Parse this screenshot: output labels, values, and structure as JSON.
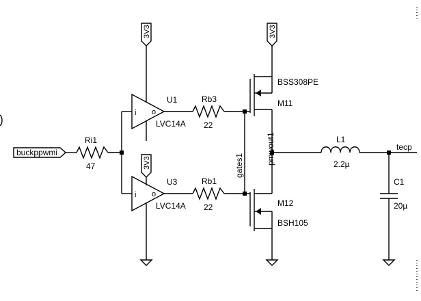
{
  "diagram": {
    "power_label": "3V3",
    "net_input": "buckppwmi",
    "net_output": "tecp",
    "net_gates": "gates1",
    "net_pwm": "pmwout1",
    "resistors": [
      {
        "ref": "Ri1",
        "value": "47"
      },
      {
        "ref": "Rb3",
        "value": "22"
      },
      {
        "ref": "Rb1",
        "value": "22"
      }
    ],
    "buffers": [
      {
        "ref": "U1",
        "part": "LVC14A",
        "pin_in": "i",
        "pin_out": "o"
      },
      {
        "ref": "U3",
        "part": "LVC14A",
        "pin_in": "i",
        "pin_out": "o"
      }
    ],
    "mosfets": [
      {
        "ref": "M11",
        "part": "BSS308PE"
      },
      {
        "ref": "M12",
        "part": "BSH105"
      }
    ],
    "inductor": {
      "ref": "L1",
      "value": "2.2µ"
    },
    "capacitor": {
      "ref": "C1",
      "value": "20µ"
    }
  }
}
